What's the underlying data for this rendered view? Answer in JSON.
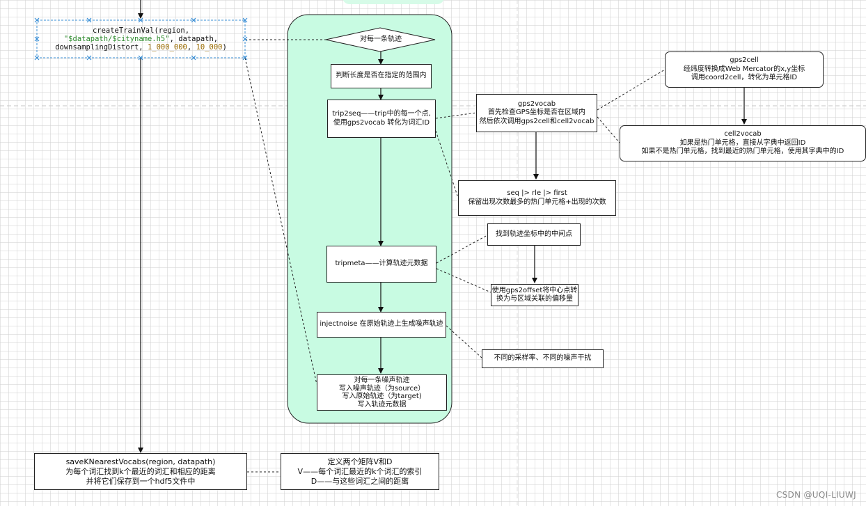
{
  "createTrainVal": {
    "line1": "createTrainVal(region,",
    "line2_string": "\"$datapath/$cityname.h5\"",
    "line2_rest": ", datapath,",
    "line3_start": "downsamplingDistort, ",
    "num1": "1_000_000",
    "line3_mid": ", ",
    "num2": "10_000",
    "line3_end": ")"
  },
  "loop_each_trip": "对每一条轨迹",
  "check_length": "判断长度是否在指定的范围内",
  "trip2seq": {
    "line1": "trip2seq——trip中的每一个点,",
    "line2": "使用gps2vocab 转化为词汇ID"
  },
  "gps2vocab": {
    "title": "gps2vocab",
    "line1": "首先检查GPS坐标是否在区域内",
    "line2": "然后依次调用gps2cell和cell2vocab"
  },
  "gps2cell": {
    "title": "gps2cell",
    "line1": "经纬度转换成Web Mercator的x,y坐标",
    "line2": "调用coord2cell，转化为单元格ID"
  },
  "cell2vocab": {
    "title": "cell2vocab",
    "line1": "如果是热门单元格，直接从字典中返回ID",
    "line2": "如果不是热门单元格，找到最近的热门单元格，使用其字典中的ID"
  },
  "seq_rle": {
    "line1": "seq |> rle |> first",
    "line2": "保留出现次数最多的热门单元格+出现的次数"
  },
  "tripmeta": "tripmeta——计算轨迹元数据",
  "find_midpoint": "找到轨迹坐标中的中间点",
  "gps2offset": {
    "line1": "使用gps2offset将中心点转",
    "line2": "换为与区域关联的偏移量"
  },
  "injectnoise": "injectnoise 在原始轨迹上生成噪声轨迹",
  "noise_note": "不同的采样率、不同的噪声干扰",
  "write_noise": {
    "line1": "对每一条噪声轨迹",
    "line2": "写入噪声轨迹（为source）",
    "line3": "写入原始轨迹（为target)",
    "line4": "写入轨迹元数据"
  },
  "saveKNearest": {
    "line1": "saveKNearestVocabs(region, datapath)",
    "line2": "为每个词汇找到k个最近的词汇和相应的距离",
    "line3": "并将它们保存到一个hdf5文件中"
  },
  "matrices": {
    "line1": "定义两个矩阵V和D",
    "line2": "V——每个词汇最近的k个词汇的索引",
    "line3": "D——与这些词汇之间的距离"
  },
  "watermark": "CSDN @UQI-LIUWJ",
  "colors": {
    "container_fill": "#c8fbe2",
    "container_stroke": "#222222",
    "selection_handle": "#3a8fd6",
    "edge": "#222222"
  }
}
